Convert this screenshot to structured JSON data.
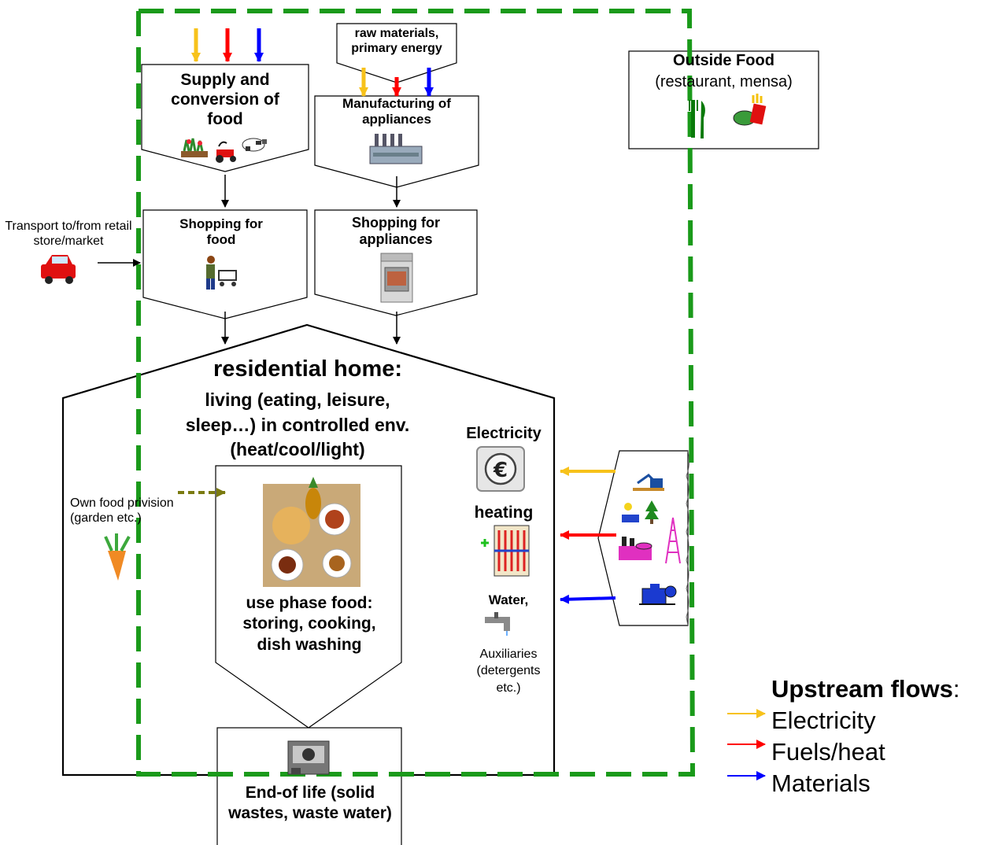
{
  "boxes": {
    "supply": {
      "label": "Supply and conversion of food"
    },
    "raw": {
      "label": "raw materials, primary energy"
    },
    "manufacturing": {
      "label": "Manufacturing of appliances"
    },
    "outside_food": {
      "title": "Outside Food",
      "subtitle": "(restaurant, mensa)"
    },
    "shopping_food": {
      "label": "Shopping for food"
    },
    "shopping_appliances": {
      "label": "Shopping for appliances"
    },
    "transport": {
      "label": "Transport to/from retail store/market"
    },
    "home": {
      "title": "residential home:",
      "subtitle": "living (eating, leisure, sleep…) in controlled env. (heat/cool/light)"
    },
    "own_food": {
      "label": "Own food privision (garden etc.)"
    },
    "use_phase": {
      "label": "use phase food: storing, cooking, dish washing"
    },
    "end_of_life": {
      "label": "End-of life (solid wastes, waste water)"
    }
  },
  "inputs": {
    "electricity": "Electricity",
    "heating": "heating",
    "water": "Water,",
    "auxiliaries": "Auxiliaries (detergents etc.)"
  },
  "legend": {
    "title": "Upstream flows",
    "title_suffix": ":",
    "items": [
      {
        "label": "Electricity",
        "color": "#f7c21b"
      },
      {
        "label": "Fuels/heat",
        "color": "#ff0000"
      },
      {
        "label": "Materials",
        "color": "#0000ff"
      }
    ]
  },
  "colors": {
    "system_boundary": "#1a9a1a",
    "electricity": "#f7c21b",
    "fuels": "#ff0000",
    "materials": "#0000ff",
    "own_food_arrow": "#7a7a10"
  },
  "icons": [
    "plants-tractor-cow-icon",
    "factory-icon",
    "cutlery-icon",
    "fast-food-icon",
    "car-icon",
    "shopper-cart-icon",
    "stove-icon",
    "food-platter-icon",
    "carrot-icon",
    "euro-socket-icon",
    "radiator-icon",
    "water-tap-icon",
    "incinerator-icon",
    "excavator-icon",
    "solar-tree-icon",
    "refinery-icon",
    "oil-rig-icon",
    "water-plant-icon"
  ]
}
